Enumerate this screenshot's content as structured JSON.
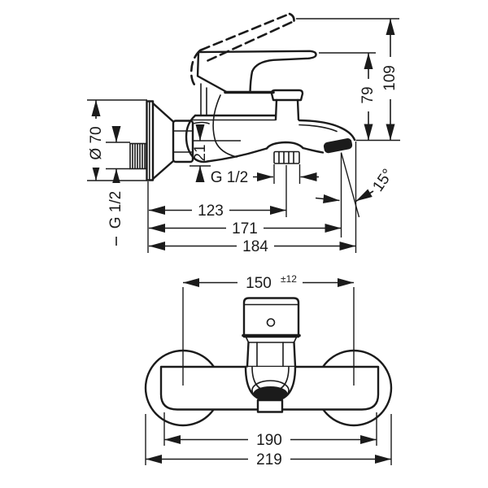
{
  "drawing": {
    "background": "#ffffff",
    "line_color": "#1b1b1b",
    "description": "Dimensional technical drawing of a wall-mounted single-lever bath mixer; side view above, front view below"
  },
  "side_view": {
    "dims": {
      "raised_handle_height": "109",
      "handle_height": "79",
      "escutcheon_diameter": "Ø 70",
      "wall_thread": "G 1/2",
      "outlet_drop": "21",
      "outlet_thread": "G 1/2",
      "wall_to_outlet": "123",
      "wall_to_spout_outlet": "171",
      "wall_to_spout_tip": "184",
      "spout_angle": "15°"
    }
  },
  "front_view": {
    "dims": {
      "connection_centers": "150",
      "connection_tolerance": "±12",
      "body_width": "190",
      "overall_width": "219"
    }
  }
}
